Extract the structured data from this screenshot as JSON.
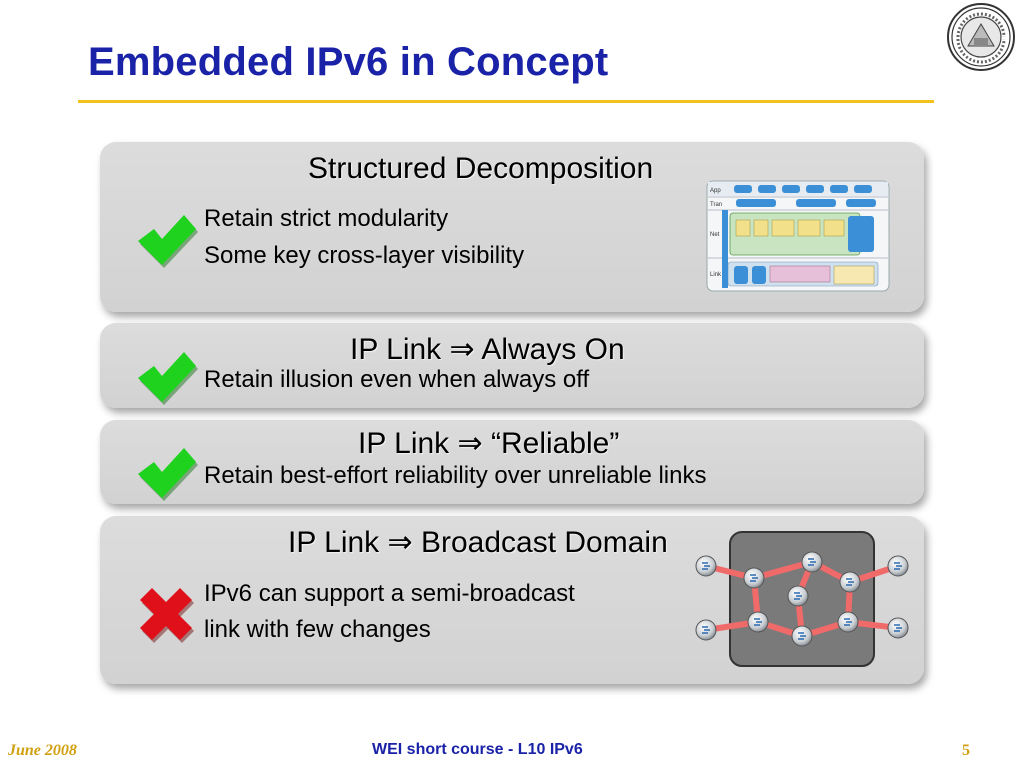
{
  "slide": {
    "title": "Embedded IPv6 in Concept",
    "logo_icon": "university-seal-icon"
  },
  "panels": [
    {
      "title": "Structured Decomposition",
      "lines": [
        "Retain strict modularity",
        "Some key cross-layer visibility"
      ],
      "status": "check",
      "figure": "protocol-stack-diagram",
      "figure_labels": [
        "App",
        "Tran",
        "Net",
        "Link"
      ]
    },
    {
      "title": "IP Link ⇒ Always On",
      "lines": [
        "Retain illusion even when always off"
      ],
      "status": "check"
    },
    {
      "title": "IP Link ⇒ “Reliable”",
      "lines": [
        "Retain best-effort reliability over unreliable links"
      ],
      "status": "check"
    },
    {
      "title": "IP Link ⇒ Broadcast Domain",
      "lines": [
        "IPv6 can support a semi-broadcast",
        "link with few changes"
      ],
      "status": "cross",
      "figure": "mesh-network-diagram"
    }
  ],
  "footer": {
    "date": "June 2008",
    "course": "WEI short course - L10 IPv6",
    "page": "5"
  },
  "colors": {
    "title": "#1a22a8",
    "rule": "#f2c21c",
    "check": "#1ed21e",
    "cross": "#e0101a",
    "footer_accent": "#d0a010"
  }
}
